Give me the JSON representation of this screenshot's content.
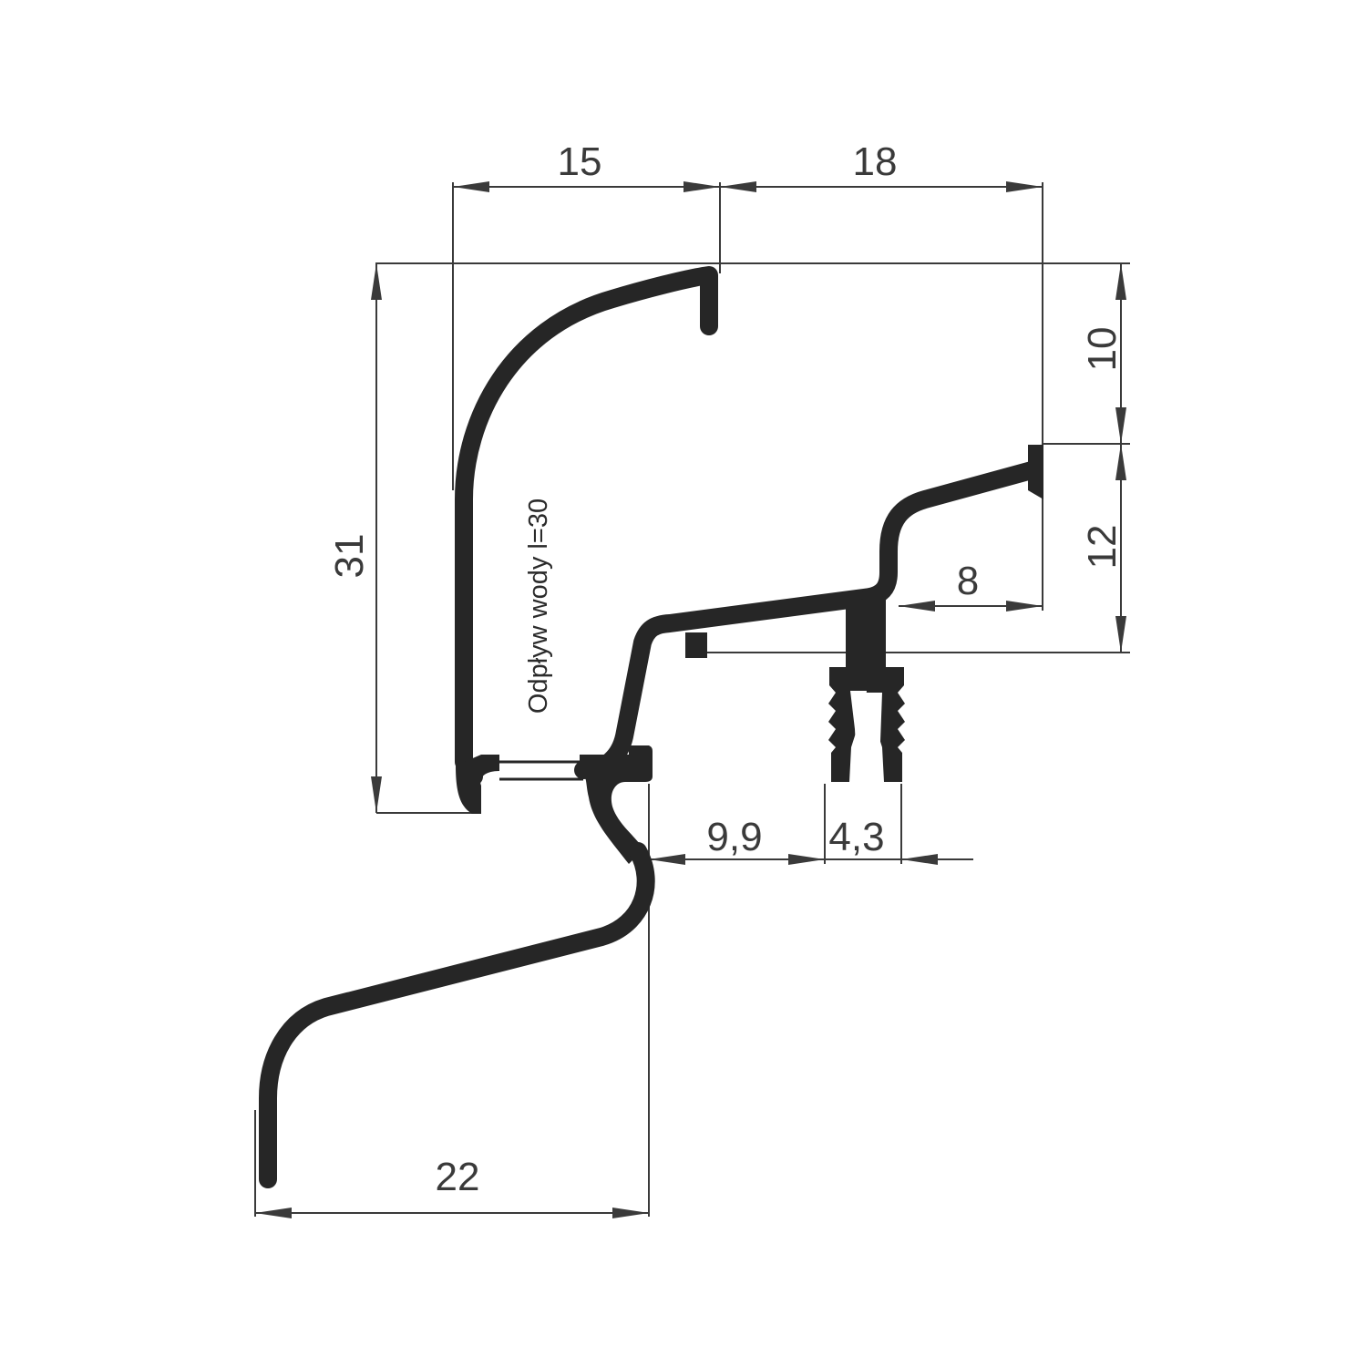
{
  "colors": {
    "profile": "#262626",
    "dimension": "#3a3a3a",
    "background": "#ffffff"
  },
  "dimensions": {
    "width_top_left": "15",
    "width_top_right": "18",
    "height_left": "31",
    "height_upper_right": "10",
    "height_lower_right": "12",
    "lip_width": "8",
    "offset_width": "9,9",
    "clip_width": "4,3",
    "bottom_width": "22"
  },
  "annotation": {
    "water_drainage": "Odpływ wody l=30"
  }
}
